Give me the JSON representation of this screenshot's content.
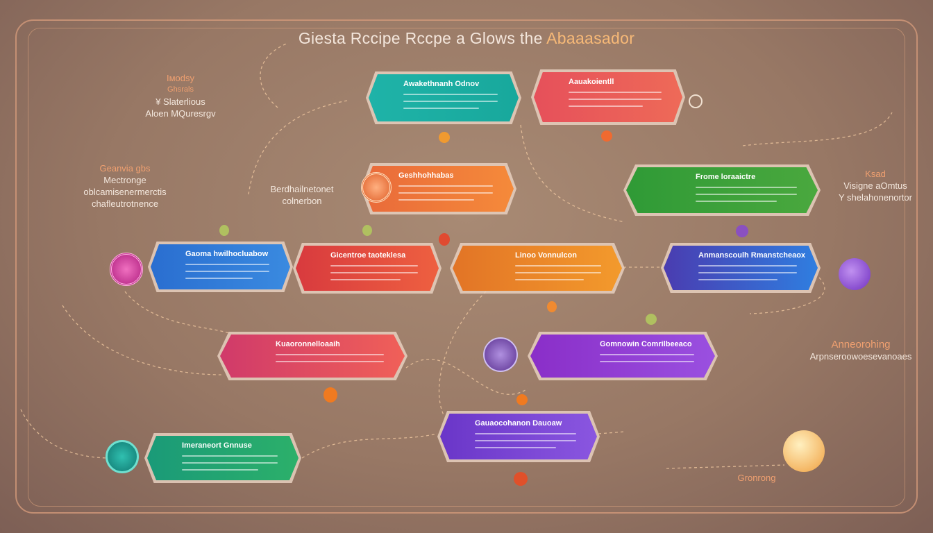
{
  "title": {
    "main": "Giesta Rccipe Rccpe a Glows the",
    "highlight": "Abaaasador"
  },
  "cards": [
    {
      "title": "Awakethnanh Odnov",
      "color": "#1fb3a8"
    },
    {
      "title": "Aauakoientll",
      "color": "#e6505a"
    },
    {
      "title": "Geshhohhabas",
      "color": "#f0743a"
    },
    {
      "title": "Frome loraaictre",
      "color": "#3fa23e"
    },
    {
      "title": "Gaoma hwilhocluabow",
      "color": "#2f7fd6"
    },
    {
      "title": "Gicentroe taoteklesa",
      "color": "#e2463e"
    },
    {
      "title": "Linoo   Vonnulcon",
      "color": "#f08a2a"
    },
    {
      "title": "Anmanscoulh Rmanstcheaox",
      "color": "#4a5ad0"
    },
    {
      "title": "Kuaoronnelloaaih",
      "color": "#e0466a"
    },
    {
      "title": "Gomnowin Comrilbeeaco",
      "color": "#8a3ed0"
    },
    {
      "title": "Gauaocohanon Dauoaw",
      "color": "#7a48d8"
    },
    {
      "title": "Imeraneort Gnnuse",
      "color": "#22a070"
    }
  ],
  "side_labels": {
    "top_left": {
      "heading": "Iмodsy",
      "sub": "Ghsrals",
      "l1": "¥ Slaterlious",
      "l2": "Aloen MQuresrgv"
    },
    "mid_left": {
      "heading": "Geanvia gbs",
      "l1": "Mectronge",
      "l2": "oblcamisenermerctis",
      "l3": "chafleutrotnence"
    },
    "center_left": {
      "l1": "Berdhailnetonet",
      "l2": "colnerbon"
    },
    "right": {
      "heading": "Ksad",
      "l1": "Visigne aOmtus",
      "l2": "Y shelahonenortor"
    },
    "lower_right": {
      "heading": "Anneorohing",
      "l1": "Arpnseroowoesevanoaes"
    },
    "bottom_right": {
      "l1": "Gronrong"
    }
  }
}
